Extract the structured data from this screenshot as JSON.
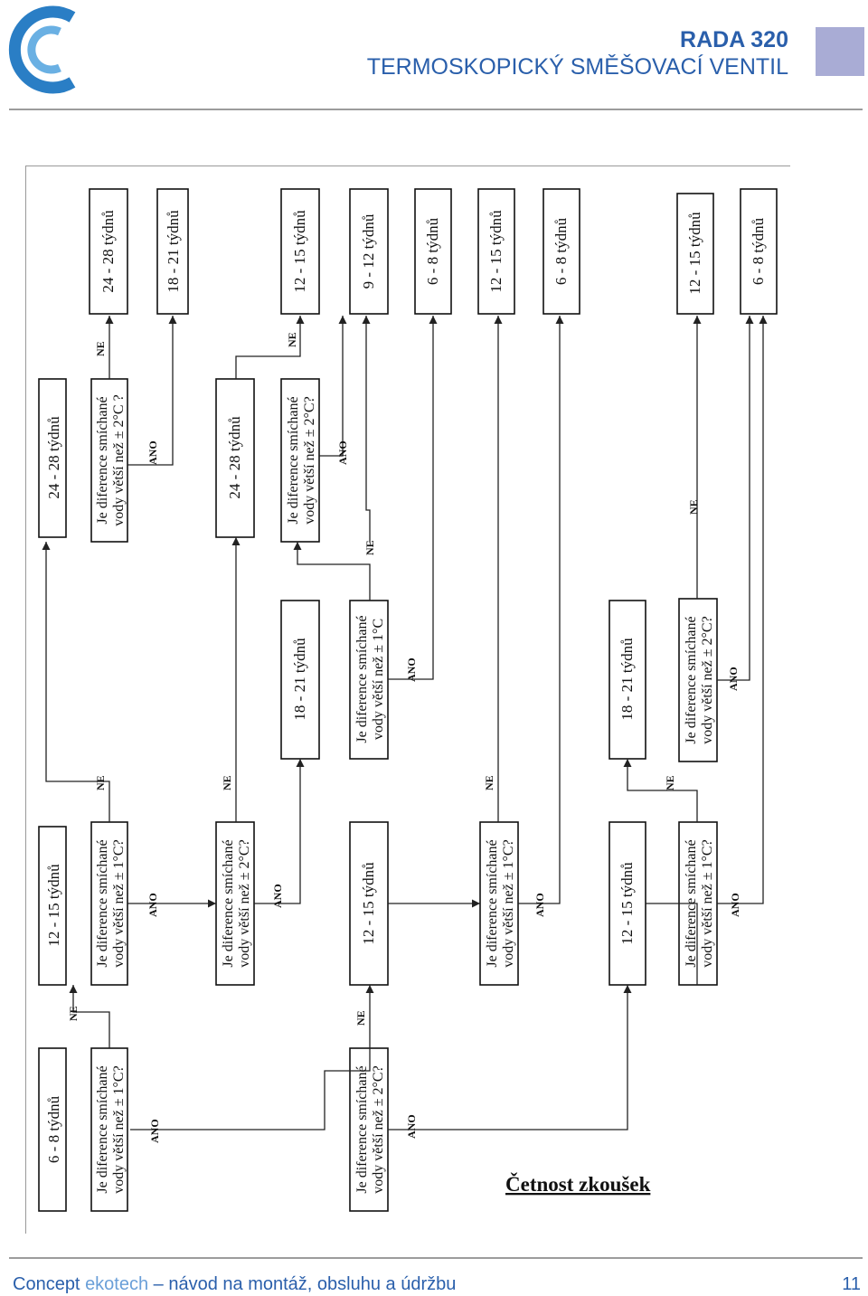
{
  "header": {
    "series": "RADA 320",
    "product": "TERMOSKOPICKÝ SMĚŠOVACÍ VENTIL"
  },
  "diagram": {
    "title": "Četnost zkoušek",
    "yes_label": "ANO",
    "no_label": "NE",
    "questions": {
      "q1": [
        "Je diference smíchané",
        "vody větší než  ± 1°C?"
      ],
      "q2": [
        "Je diference smíchané",
        "vody větší než  ± 2°C?"
      ],
      "q2a": [
        "Je diference smíchané",
        "vody větší než ± 2°C ?"
      ],
      "q1a": [
        "Je diference  smíchané",
        "vody  větší  než  ± 1°C"
      ]
    },
    "intervals": {
      "w6_8": "6  -  8 týdnů",
      "w9_12": "9 - 12 týdnů",
      "w12_15": "12 - 15 týdnů",
      "w18_21": "18 - 21 týdnů",
      "w24_28": "24 - 28 týdnů"
    }
  },
  "footer": {
    "brand_first": "Concept",
    "brand_second": "ekotech",
    "description": " – návod na montáž, obsluhu a údržbu",
    "page_number": "11"
  },
  "colors": {
    "brand_blue": "#2a5fab",
    "brand_light_blue": "#6a9fd8",
    "corner_square": "#a9acd5",
    "rule_gray": "#9c9c9c"
  }
}
